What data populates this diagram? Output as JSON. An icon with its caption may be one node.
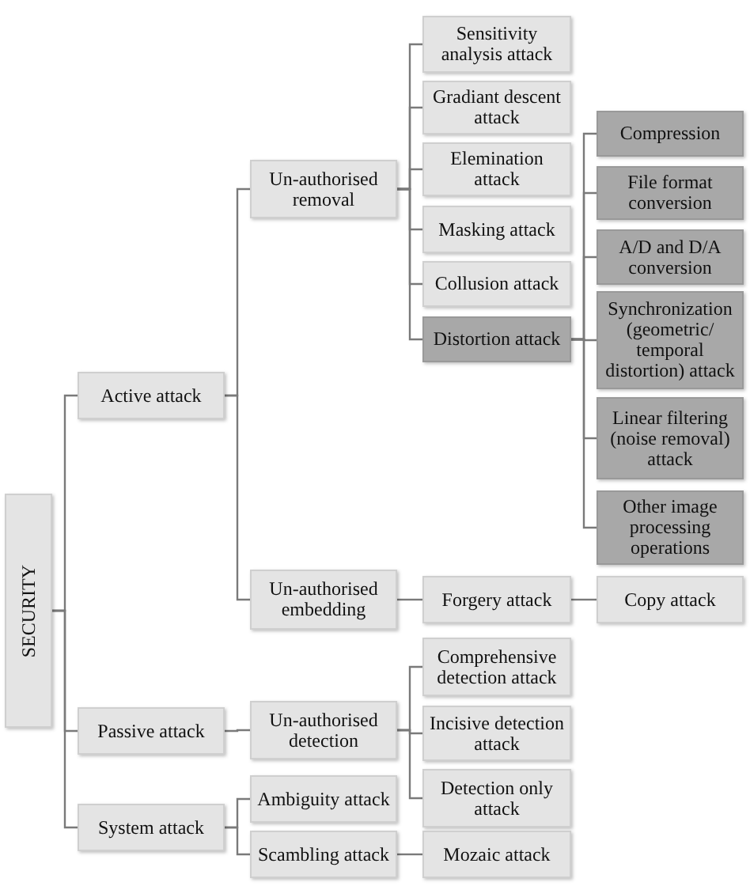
{
  "diagram": {
    "nodes": [
      {
        "text": [
          "SECURITY"
        ]
      },
      {
        "text": [
          "Active attack"
        ]
      },
      {
        "text": [
          "Un-authorised removal"
        ]
      },
      {
        "text": [
          "Sensitivity analysis attack"
        ]
      },
      {
        "text": [
          "Gradiant descent attack"
        ]
      },
      {
        "text": [
          "Elemination attack"
        ]
      },
      {
        "text": [
          "Masking attack"
        ]
      },
      {
        "text": [
          "Collusion attack"
        ]
      },
      {
        "text": [
          "Distortion attack"
        ]
      },
      {
        "text": [
          "Compression"
        ]
      },
      {
        "text": [
          "File format conversion"
        ]
      },
      {
        "text": [
          "A/D and D/A conversion"
        ]
      },
      {
        "text": [
          "Synchronization (geometric/ temporal distortion) attack"
        ]
      },
      {
        "text": [
          "Linear filtering (noise removal) attack"
        ]
      },
      {
        "text": [
          "Other image processing operations"
        ]
      },
      {
        "text": [
          "Un-authorised embedding"
        ]
      },
      {
        "text": [
          "Forgery attack"
        ]
      },
      {
        "text": [
          "Copy attack"
        ]
      },
      {
        "text": [
          "Passive attack"
        ]
      },
      {
        "text": [
          "Un-authorised detection"
        ]
      },
      {
        "text": [
          "Comprehensive detection attack"
        ]
      },
      {
        "text": [
          "Incisive detection attack"
        ]
      },
      {
        "text": [
          "Detection only attack"
        ]
      },
      {
        "text": [
          "System attack"
        ]
      },
      {
        "text": [
          "Ambiguity attack"
        ]
      },
      {
        "text": [
          "Scambling attack"
        ]
      },
      {
        "text": [
          "Mozaic attack"
        ]
      }
    ],
    "edges": [
      {
        "from": 0,
        "to": 1,
        "arrow": "none"
      },
      {
        "from": 0,
        "to": 18,
        "arrow": "none"
      },
      {
        "from": 0,
        "to": 23,
        "arrow": "none"
      },
      {
        "from": 1,
        "to": 2,
        "arrow": "none"
      },
      {
        "from": 1,
        "to": 15,
        "arrow": "none"
      },
      {
        "from": 2,
        "to": 3,
        "arrow": "none"
      },
      {
        "from": 2,
        "to": 4,
        "arrow": "none"
      },
      {
        "from": 2,
        "to": 5,
        "arrow": "none"
      },
      {
        "from": 2,
        "to": 6,
        "arrow": "none"
      },
      {
        "from": 2,
        "to": 7,
        "arrow": "none"
      },
      {
        "from": 2,
        "to": 8,
        "arrow": "none"
      },
      {
        "from": 8,
        "to": 9,
        "arrow": "none"
      },
      {
        "from": 8,
        "to": 10,
        "arrow": "none"
      },
      {
        "from": 8,
        "to": 11,
        "arrow": "none"
      },
      {
        "from": 8,
        "to": 12,
        "arrow": "none"
      },
      {
        "from": 8,
        "to": 13,
        "arrow": "none"
      },
      {
        "from": 8,
        "to": 14,
        "arrow": "none"
      },
      {
        "from": 15,
        "to": 16,
        "arrow": "none"
      },
      {
        "from": 16,
        "to": 17,
        "arrow": "none"
      },
      {
        "from": 18,
        "to": 19,
        "arrow": "none"
      },
      {
        "from": 19,
        "to": 20,
        "arrow": "none"
      },
      {
        "from": 19,
        "to": 21,
        "arrow": "none"
      },
      {
        "from": 19,
        "to": 22,
        "arrow": "none"
      },
      {
        "from": 23,
        "to": 24,
        "arrow": "none"
      },
      {
        "from": 23,
        "to": 25,
        "arrow": "none"
      },
      {
        "from": 25,
        "to": 26,
        "arrow": "none"
      }
    ]
  }
}
